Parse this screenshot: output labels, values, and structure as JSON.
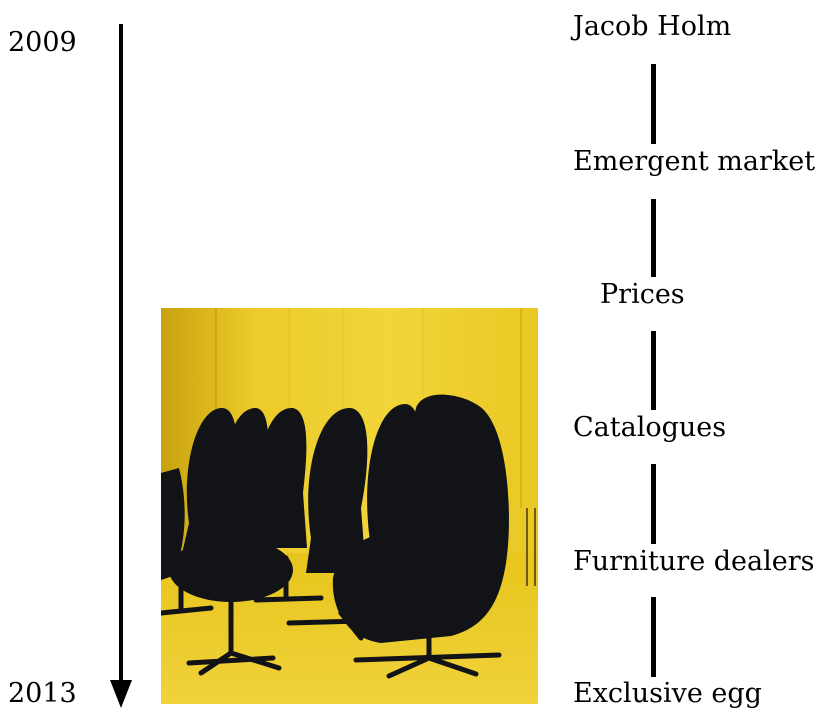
{
  "timeline": {
    "start_year": "2009",
    "end_year": "2013"
  },
  "steps": [
    "Jacob Holm",
    "Emergent market",
    "Prices",
    "Catalogues",
    "Furniture dealers",
    "Exclusive egg"
  ],
  "colors": {
    "arrow": "#000000",
    "photo_background": "#e8c21c",
    "chair": "#121316"
  }
}
